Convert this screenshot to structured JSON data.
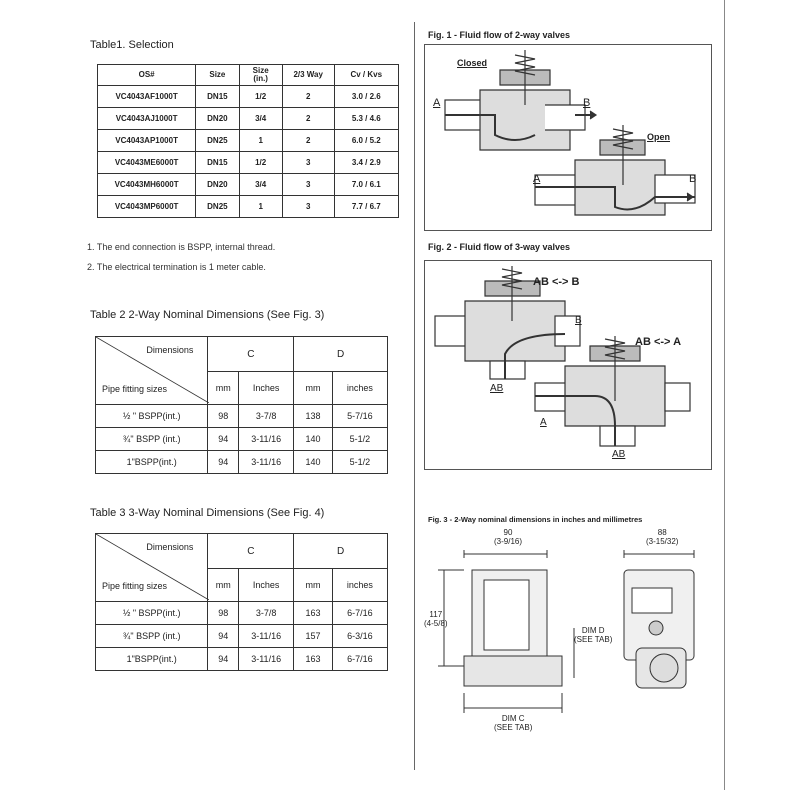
{
  "table1": {
    "title": "Table1.  Selection",
    "headers": [
      "OS#",
      "Size",
      "Size (in.)",
      "2/3 Way",
      "Cv / Kvs"
    ],
    "rows": [
      [
        "VC4043AF1000T",
        "DN15",
        "1/2",
        "2",
        "3.0 / 2.6"
      ],
      [
        "VC4043AJ1000T",
        "DN20",
        "3/4",
        "2",
        "5.3 / 4.6"
      ],
      [
        "VC4043AP1000T",
        "DN25",
        "1",
        "2",
        "6.0 / 5.2"
      ],
      [
        "VC4043ME6000T",
        "DN15",
        "1/2",
        "3",
        "3.4 / 2.9"
      ],
      [
        "VC4043MH6000T",
        "DN20",
        "3/4",
        "3",
        "7.0 / 6.1"
      ],
      [
        "VC4043MP6000T",
        "DN25",
        "1",
        "3",
        "7.7 / 6.7"
      ]
    ],
    "notes": [
      "1.   The end connection is BSPP, internal thread.",
      "2.   The electrical termination is 1 meter cable."
    ]
  },
  "table2": {
    "title": "Table 2  2-Way Nominal Dimensions (See Fig. 3)",
    "corner_top": "Dimensions",
    "corner_bottom": "Pipe fitting sizes",
    "groups": [
      "C",
      "D"
    ],
    "units": [
      "mm",
      "Inches",
      "mm",
      "inches"
    ],
    "rows": [
      [
        "½ \" BSPP(int.)",
        "98",
        "3-7/8",
        "138",
        "5-7/16"
      ],
      [
        "¾\" BSPP (int.)",
        "94",
        "3-11/16",
        "140",
        "5-1/2"
      ],
      [
        "1\"BSPP(int.)",
        "94",
        "3-11/16",
        "140",
        "5-1/2"
      ]
    ]
  },
  "table3": {
    "title": "Table 3  3-Way Nominal Dimensions (See Fig. 4)",
    "corner_top": "Dimensions",
    "corner_bottom": "Pipe fitting sizes",
    "groups": [
      "C",
      "D"
    ],
    "units": [
      "mm",
      "Inches",
      "mm",
      "inches"
    ],
    "rows": [
      [
        "½ \" BSPP(int.)",
        "98",
        "3-7/8",
        "163",
        "6-7/16"
      ],
      [
        "¾\" BSPP (int.)",
        "94",
        "3-11/16",
        "157",
        "6-3/16"
      ],
      [
        "1\"BSPP(int.)",
        "94",
        "3-11/16",
        "163",
        "6-7/16"
      ]
    ]
  },
  "fig1": {
    "title": "Fig. 1 - Fluid flow of 2-way valves",
    "closed": "Closed",
    "open": "Open",
    "port_a": "A",
    "port_b": "B"
  },
  "fig2": {
    "title": "Fig. 2 - Fluid flow of 3-way valves",
    "ab_b": "AB <-> B",
    "ab_a": "AB <-> A",
    "port_a": "A",
    "port_b": "B",
    "port_ab": "AB"
  },
  "fig3": {
    "title": "Fig. 3 - 2-Way nominal dimensions in inches and millimetres",
    "w1": "90",
    "w1_in": "(3-9/16)",
    "w2": "88",
    "w2_in": "(3-15/32)",
    "h": "117",
    "h_in": "(4-5/8)",
    "dim_d": "DIM  D",
    "dim_d_see": "(SEE  TAB)",
    "dim_c": "DIM  C",
    "dim_c_see": "(SEE  TAB)"
  }
}
